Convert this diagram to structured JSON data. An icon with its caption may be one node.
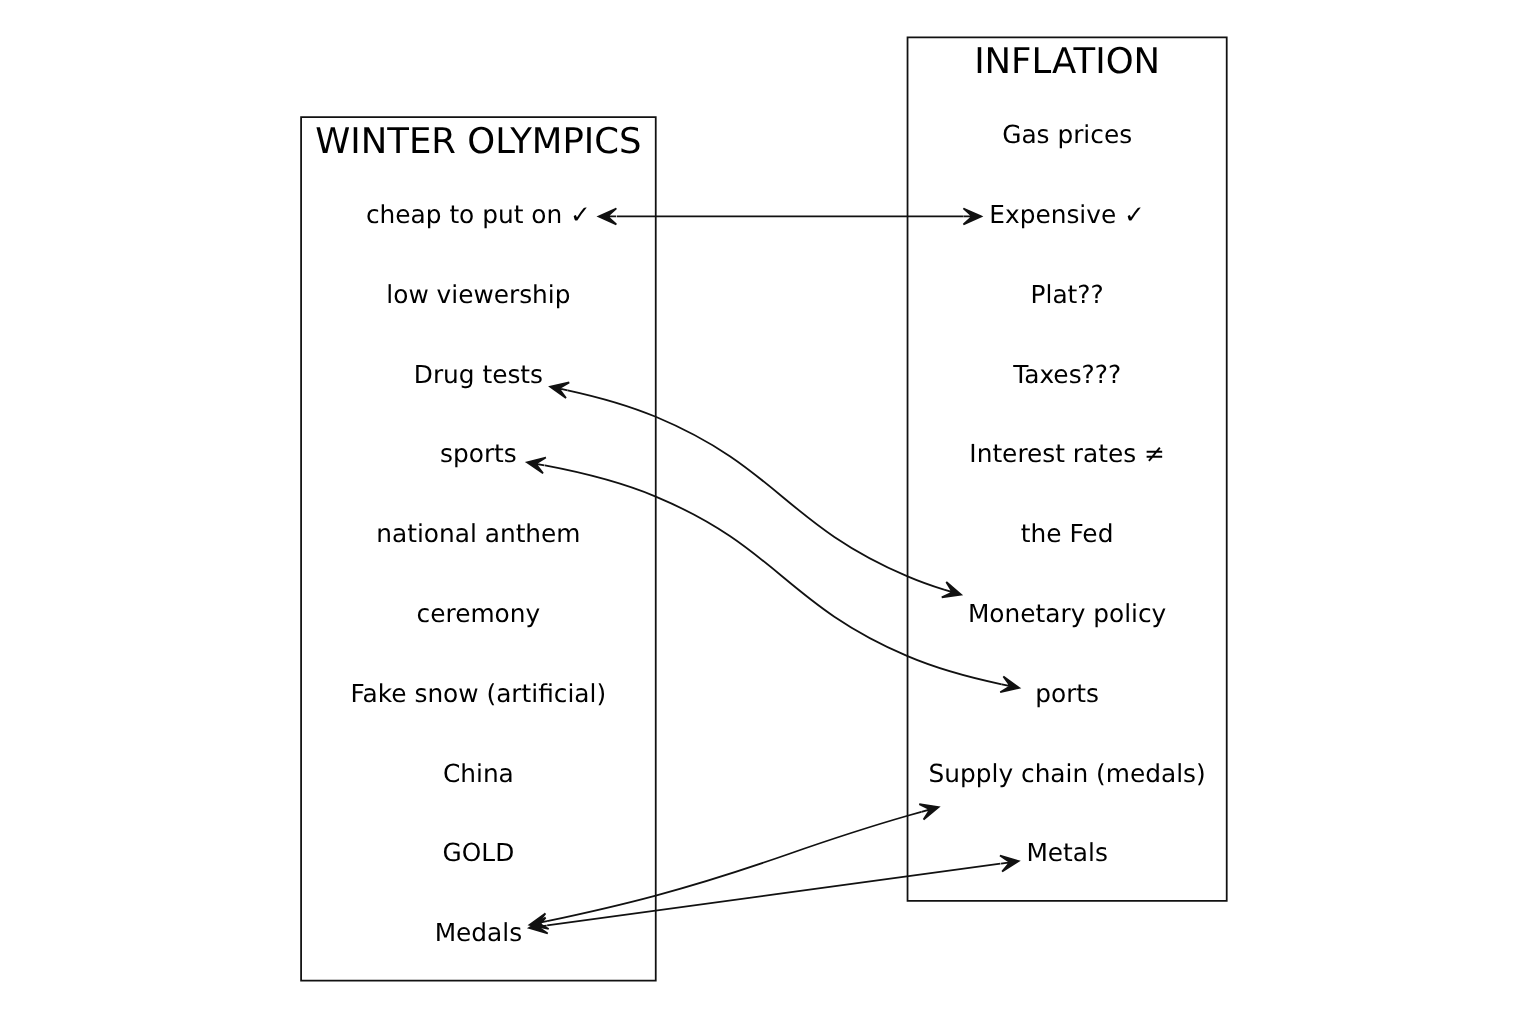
{
  "diagram": {
    "nodes": [
      {
        "text": [
          "WINTER OLYMPICS"
        ]
      },
      {
        "text": [
          "Medals"
        ],
        "in": 0
      },
      {
        "text": [
          "GOLD"
        ],
        "in": 0
      },
      {
        "text": [
          "China"
        ],
        "in": 0
      },
      {
        "text": [
          "Fake snow (artificial)"
        ],
        "in": 0
      },
      {
        "text": [
          "ceremony"
        ],
        "in": 0
      },
      {
        "text": [
          "national anthem"
        ],
        "in": 0
      },
      {
        "text": [
          "sports"
        ],
        "in": 0
      },
      {
        "text": [
          "Drug tests"
        ],
        "in": 0
      },
      {
        "text": [
          "low viewership"
        ],
        "in": 0
      },
      {
        "text": [
          "cheap to put on ✓"
        ],
        "in": 0
      },
      {
        "text": [
          "INFLATION"
        ]
      },
      {
        "text": [
          "Expensive ✓"
        ],
        "in": 11
      },
      {
        "text": [
          "Gas prices"
        ],
        "in": 11
      },
      {
        "text": [
          "Supply chain (medals)"
        ],
        "in": 11
      },
      {
        "text": [
          "ports"
        ],
        "in": 11
      },
      {
        "text": [
          "Metals"
        ],
        "in": 11
      },
      {
        "text": [
          "Monetary policy"
        ],
        "in": 11
      },
      {
        "text": [
          "the Fed"
        ],
        "in": 11
      },
      {
        "text": [
          "Interest rates ≠"
        ],
        "in": 11
      },
      {
        "text": [
          "Taxes???"
        ],
        "in": 11
      },
      {
        "text": [
          "Plat??"
        ],
        "in": 11
      }
    ],
    "edges": [
      {
        "from": 1,
        "to": 14,
        "arrow": "both"
      },
      {
        "from": 1,
        "to": 16,
        "arrow": "both"
      },
      {
        "from": 7,
        "to": 15,
        "arrow": "both"
      },
      {
        "from": 8,
        "to": 17,
        "arrow": "both"
      },
      {
        "from": 10,
        "to": 12,
        "arrow": "both"
      }
    ]
  }
}
